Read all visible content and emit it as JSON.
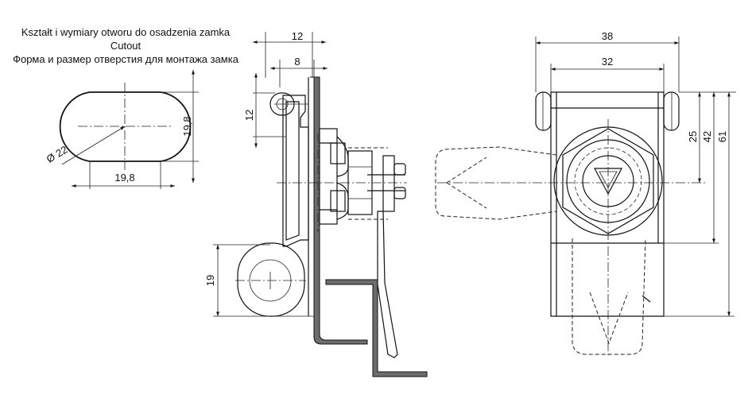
{
  "title": {
    "line1": "Kształt i wymiary otworu do osadzenia zamka",
    "line2": "Cutout",
    "line3": "Форма и размер отверстия для монтажа замка"
  },
  "cutout": {
    "dim_height": "19,8",
    "dim_width": "19,8",
    "dim_diameter": "Ø 22"
  },
  "side_view": {
    "dim_12_top": "12",
    "dim_8": "8",
    "dim_12_left": "12",
    "dim_19": "19"
  },
  "front_view": {
    "dim_38": "38",
    "dim_32": "32",
    "dim_25": "25",
    "dim_42": "42",
    "dim_61": "61"
  }
}
